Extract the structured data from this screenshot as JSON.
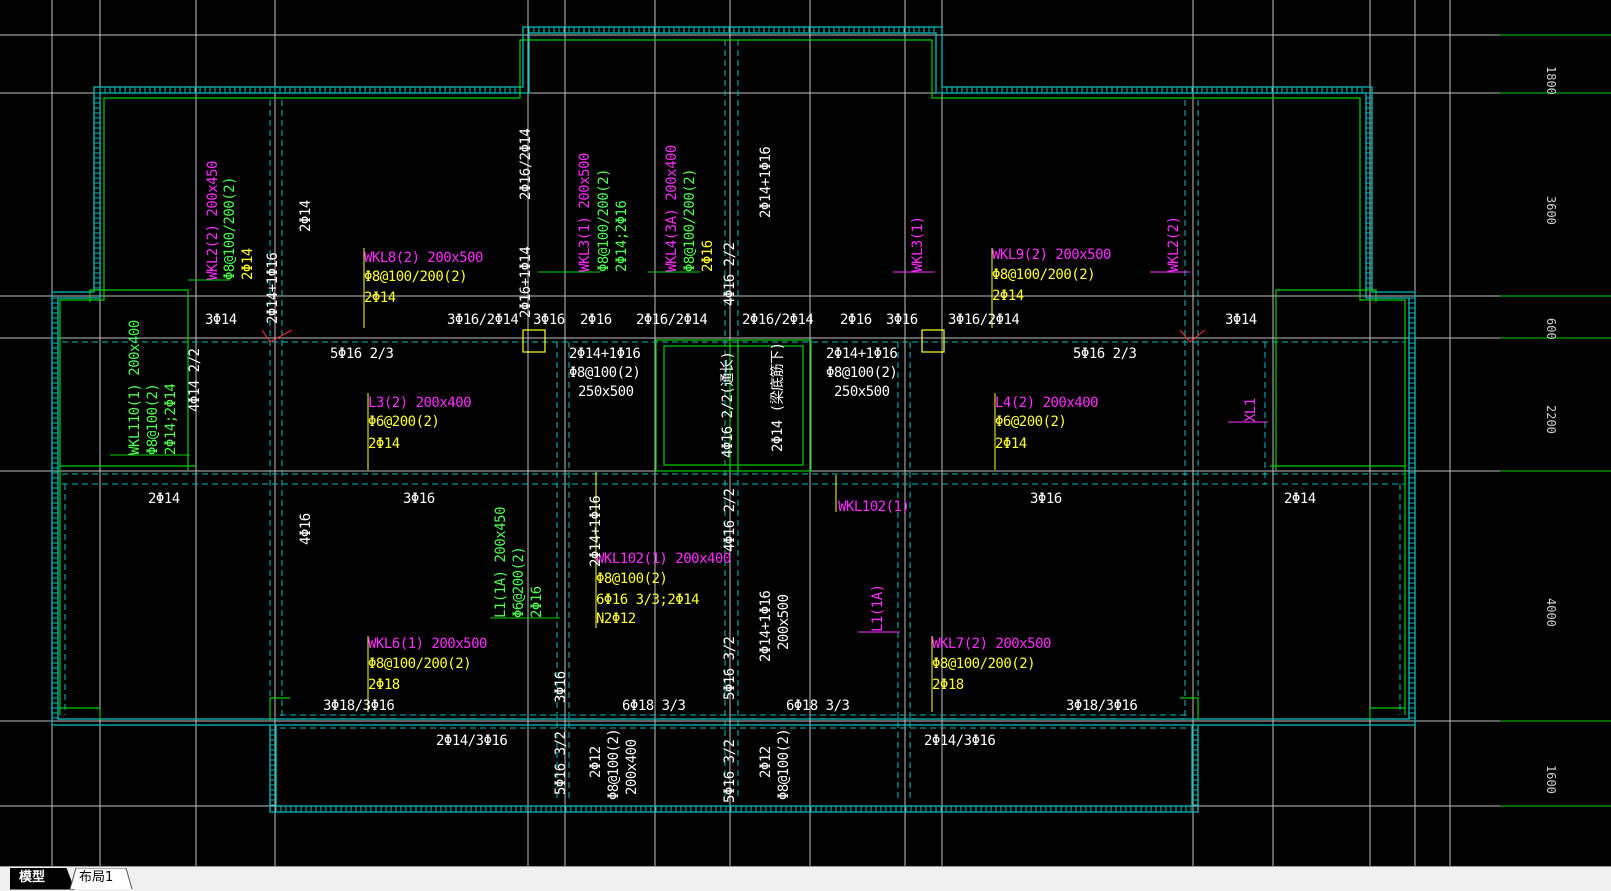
{
  "tabs": [
    {
      "label": "模型",
      "active": true
    },
    {
      "label": "布局1",
      "active": false
    }
  ],
  "colors": {
    "background": "#000000",
    "wall": "#00c0c0",
    "outline": "#00d000",
    "grid": "#c8c8c8",
    "text_white": "#ffffff",
    "text_magenta": "#ff2cff",
    "text_yellow": "#ffff30",
    "text_green": "#50ff50",
    "leader": "#ffff30"
  },
  "ruler_labels": [
    "1800",
    "3600",
    "600",
    "2200",
    "4000",
    "1600"
  ],
  "annotations": {
    "wkl8": {
      "name": "WKL8(2) 200x500",
      "stirrup": "Φ8@100/200(2)",
      "bar": "2Φ14"
    },
    "wkl9": {
      "name": "WKL9(2) 200x500",
      "stirrup": "Φ8@100/200(2)",
      "bar": "2Φ14"
    },
    "wkl2_left": {
      "name": "WKL2(2) 200x450",
      "stirrup": "Φ8@100/200(2)",
      "bar": "2Φ14"
    },
    "wkl3_left": {
      "name": "WKL3(1) 200x500",
      "stirrup": "Φ8@100/200(2)",
      "bar": "2Φ14;2Φ16"
    },
    "wkl4": {
      "name": "WKL4(3A) 200x400",
      "stirrup": "Φ8@100/200(2)",
      "bar": "2Φ16"
    },
    "wkl3_right": {
      "name": "WKL3(1)"
    },
    "wkl2_right": {
      "name": "WKL2(2)"
    },
    "wkl110": {
      "name": "WKL110(1) 200x400",
      "stirrup": "Φ8@100(2)",
      "bar": "2Φ14;2Φ14"
    },
    "l3": {
      "name": "L3(2) 200x400",
      "stirrup": "Φ6@200(2)",
      "bar": "2Φ14"
    },
    "l4": {
      "name": "L4(2) 200x400",
      "stirrup": "Φ6@200(2)",
      "bar": "2Φ14"
    },
    "xl1": {
      "name": "XL1"
    },
    "wkl102_right": {
      "name": "WKL102(1)"
    },
    "wkl102_center": {
      "name": "WKL102(1) 200x400",
      "stirrup": "Φ8@100(2)",
      "bar": "6Φ16 3/3;2Φ14",
      "torsion": "N2Φ12"
    },
    "l1_left": {
      "name": "L1(1A) 200x450",
      "stirrup": "Φ6@200(2)",
      "bar": "2Φ16"
    },
    "l1_right": {
      "name": "L1(1A)"
    },
    "wkl6": {
      "name": "WKL6(1) 200x500",
      "stirrup": "Φ8@100/200(2)",
      "bar": "2Φ18"
    },
    "wkl7": {
      "name": "WKL7(2) 200x500",
      "stirrup": "Φ8@100/200(2)",
      "bar": "2Φ18"
    },
    "center_left": {
      "bar": "2Φ14+1Φ16",
      "stirrup": "Φ8@100(2)",
      "size": "250x500"
    },
    "center_right": {
      "bar": "2Φ14+1Φ16",
      "stirrup": "Φ8@100(2)",
      "size": "250x500"
    },
    "core_note": "2Φ14 (梁底筋下)",
    "core_note_2": "4Φ16 2/2(通长)"
  },
  "white_labels": {
    "t1": "3Φ14",
    "t2": "2Φ14+1Φ16",
    "t3": "3Φ16/2Φ14",
    "t4": "3Φ16",
    "t5": "2Φ16",
    "t6": "2Φ16/2Φ14",
    "t7": "2Φ16/2Φ14",
    "t8": "2Φ16",
    "t9": "3Φ16",
    "t10": "3Φ16/2Φ14",
    "t11": "3Φ14",
    "t12": "5Φ16 2/3",
    "t13": "5Φ16 2/3",
    "t14": "2Φ14",
    "t15": "3Φ16",
    "t16": "3Φ16",
    "t17": "2Φ14",
    "t18": "3Φ18/3Φ16",
    "t19": "6Φ18 3/3",
    "t20": "6Φ18 3/3",
    "t21": "3Φ18/3Φ16",
    "t22": "2Φ14/3Φ16",
    "t23": "2Φ14/3Φ16",
    "v1": "2Φ14",
    "v2": "2Φ16/2Φ14",
    "v3": "2Φ16+1Φ14",
    "v4": "2Φ14+1Φ16",
    "v5": "4Φ16 2/2",
    "v6": "4Φ14 2/2",
    "v7": "4Φ16",
    "v8": "2Φ14+1Φ16",
    "v9": "4Φ16 2/2",
    "v10": "3Φ16",
    "v11": "5Φ16 3/2",
    "v12": "2Φ14+1Φ16",
    "v13": "200x500",
    "v14": "5Φ16 3/2",
    "v15": "2Φ12",
    "v16": "Φ8@100(2)",
    "v17": "200x400",
    "v18": "5Φ16 3/2",
    "v19": "2Φ12",
    "v20": "Φ8@100(2)",
    "v21": "2Φ14+1Φ16"
  }
}
